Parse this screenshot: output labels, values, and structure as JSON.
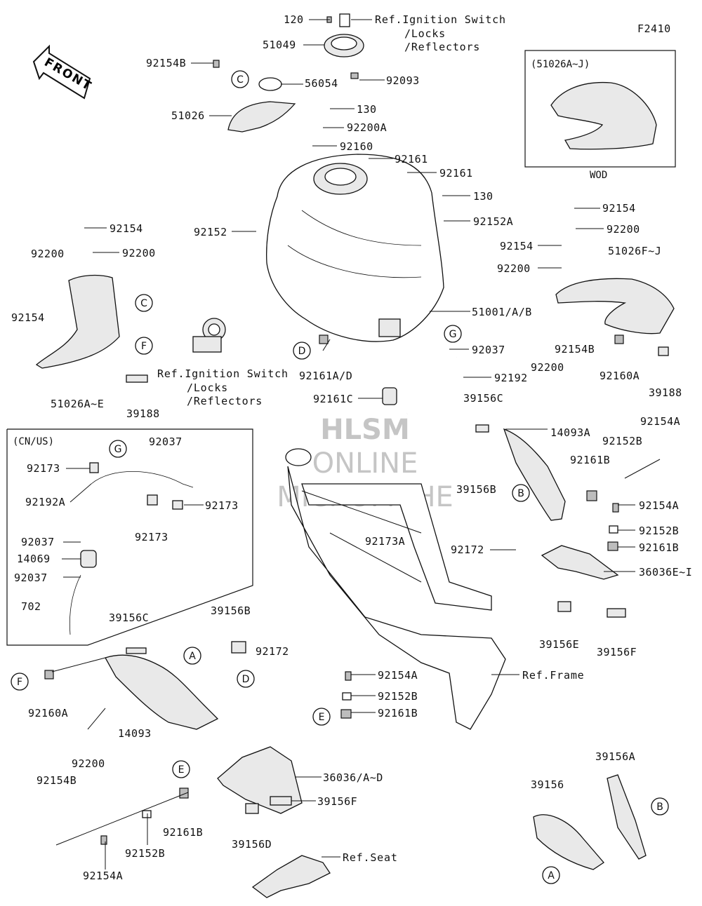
{
  "diagram_code": "F2410",
  "front_marker": "FRONT",
  "watermark": {
    "line1": "HLSM",
    "line2": "ONLINE",
    "line3": "MICROFICHE"
  },
  "boxes": {
    "wod": {
      "header": "(51026A~J)",
      "caption": "WOD"
    },
    "cn_us": {
      "header": "(CN/US)"
    }
  },
  "callouts": [
    "C",
    "C",
    "F",
    "G",
    "D",
    "B",
    "G",
    "A",
    "D",
    "F",
    "E",
    "E",
    "B",
    "A"
  ],
  "labels": {
    "l120": "120",
    "ref_ignition_top_1": "Ref.Ignition Switch",
    "ref_ignition_top_2": "/Locks",
    "ref_ignition_top_3": "/Reflectors",
    "l51049": "51049",
    "l92093": "92093",
    "l92154b_top": "92154B",
    "l56054": "56054",
    "l51026": "51026",
    "l130_a": "130",
    "l92200a": "92200A",
    "l92160": "92160",
    "l92161_a": "92161",
    "l92161_b": "92161",
    "l130_b": "130",
    "l92152a": "92152A",
    "l92152": "92152",
    "l92154_left": "92154",
    "l92200_left_a": "92200",
    "l92200_left_b": "92200",
    "l92154_left_b": "92154",
    "l51001": "51001/A/B",
    "l92037_main": "92037",
    "l92161ad": "92161A/D",
    "l92192": "92192",
    "l92161c": "92161C",
    "ref_ignition_mid_1": "Ref.Ignition Switch",
    "ref_ignition_mid_2": "/Locks",
    "ref_ignition_mid_3": "/Reflectors",
    "l51026ae": "51026A~E",
    "l39188_left": "39188",
    "l92154_right": "92154",
    "l92200_right": "92200",
    "l92154_right_b": "92154",
    "l92200_right_b": "92200",
    "l51026fj": "51026F~J",
    "l92160a_right": "92160A",
    "l39188_right": "39188",
    "l92154b_right": "92154B",
    "l92200_mid": "92200",
    "l39156c_right": "39156C",
    "l14093a": "14093A",
    "l92154a_r1": "92154A",
    "l92152b_r1": "92152B",
    "l92161b_r1": "92161B",
    "l39156b_right": "39156B",
    "l92172_right": "92172",
    "l92154a_r2": "92154A",
    "l92152b_r2": "92152B",
    "l92161b_r2": "92161B",
    "l36036ei": "36036E~I",
    "l39156e": "39156E",
    "l39156f_right": "39156F",
    "l92037_cn_a": "92037",
    "l92173_a": "92173",
    "l92192a": "92192A",
    "l92173_b": "92173",
    "l92173_c": "92173",
    "l92037_cn_b": "92037",
    "l14069": "14069",
    "l92037_cn_c": "92037",
    "l702": "702",
    "l92173a": "92173A",
    "l39156c_left": "39156C",
    "l39156b_left": "39156B",
    "l92172_left": "92172",
    "l92160a_left": "92160A",
    "l14093": "14093",
    "l92200_bottom": "92200",
    "l92154b_bottom": "92154B",
    "l92154a_mid": "92154A",
    "l92152b_mid": "92152B",
    "l92161b_mid": "92161B",
    "ref_frame": "Ref.Frame",
    "l36036ad": "36036/A~D",
    "l39156f_bottom": "39156F",
    "l39156d": "39156D",
    "l92161b_bottom": "92161B",
    "l92152b_bottom": "92152B",
    "l92154a_bottom": "92154A",
    "ref_seat": "Ref.Seat",
    "l39156a": "39156A",
    "l39156": "39156"
  }
}
